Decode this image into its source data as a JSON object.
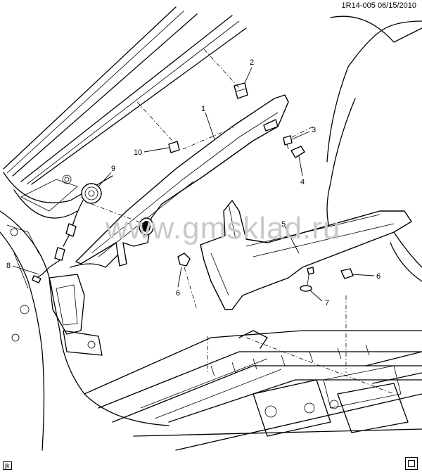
{
  "header": {
    "code": "1R14-005",
    "date": "06/15/2010"
  },
  "watermark": "www.gmsklad.ru",
  "corner_tag": "jk",
  "callouts": {
    "c1": "1",
    "c2": "2",
    "c3": "3",
    "c4": "4",
    "c5": "5",
    "c6a": "6",
    "c6b": "6",
    "c7": "7",
    "c8": "8",
    "c9": "9",
    "c10": "10"
  },
  "icons": {
    "corner_logo": "publisher-logo-icon"
  }
}
